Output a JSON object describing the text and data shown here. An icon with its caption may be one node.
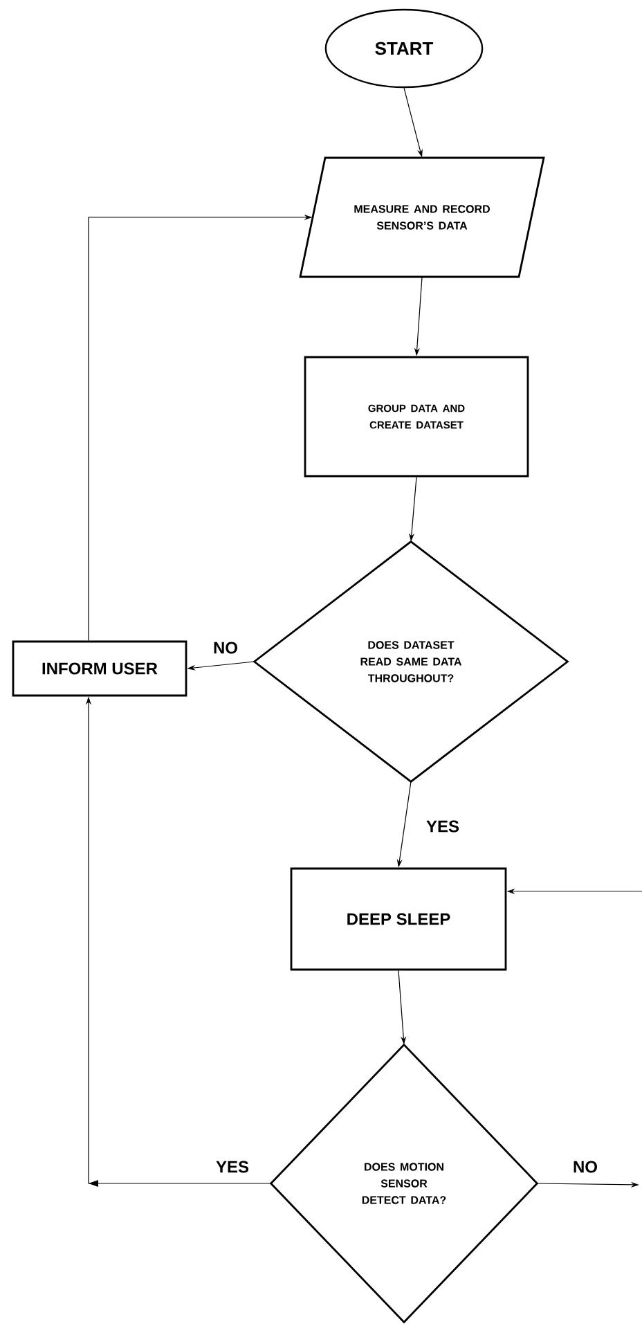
{
  "diagram": {
    "nodes": [
      {
        "text": [
          "START"
        ]
      },
      {
        "text": [
          "MEASURE AND RECORD SENSOR’S DATA"
        ]
      },
      {
        "text": [
          "GROUP DATA AND CREATE DATASET"
        ]
      },
      {
        "text": [
          "DOES DATASET READ SAME DATA THROUGHOUT?"
        ]
      },
      {
        "text": [
          "INFORM USER"
        ]
      },
      {
        "text": [
          "DEEP SLEEP"
        ]
      },
      {
        "text": [
          "DOES MOTION SENSOR DETECT DATA?"
        ]
      }
    ],
    "edges": [
      {
        "from": 0,
        "to": 1,
        "arrow": "to"
      },
      {
        "from": 1,
        "to": 2,
        "arrow": "to"
      },
      {
        "from": 2,
        "to": 3,
        "arrow": "to"
      },
      {
        "from": 3,
        "to": 4,
        "arrow": "to",
        "label": "NO"
      },
      {
        "from": 3,
        "to": 5,
        "arrow": "to",
        "label": "YES"
      },
      {
        "from": 5,
        "to": 6,
        "arrow": "to"
      },
      {
        "from": 6,
        "to": 4,
        "arrow": "to",
        "label": "YES"
      },
      {
        "from": 4,
        "to": 1,
        "arrow": "to"
      },
      {
        "from": 6,
        "to": null,
        "arrow": "to",
        "label": "NO"
      },
      {
        "from": null,
        "to": 5,
        "arrow": "to"
      }
    ]
  }
}
